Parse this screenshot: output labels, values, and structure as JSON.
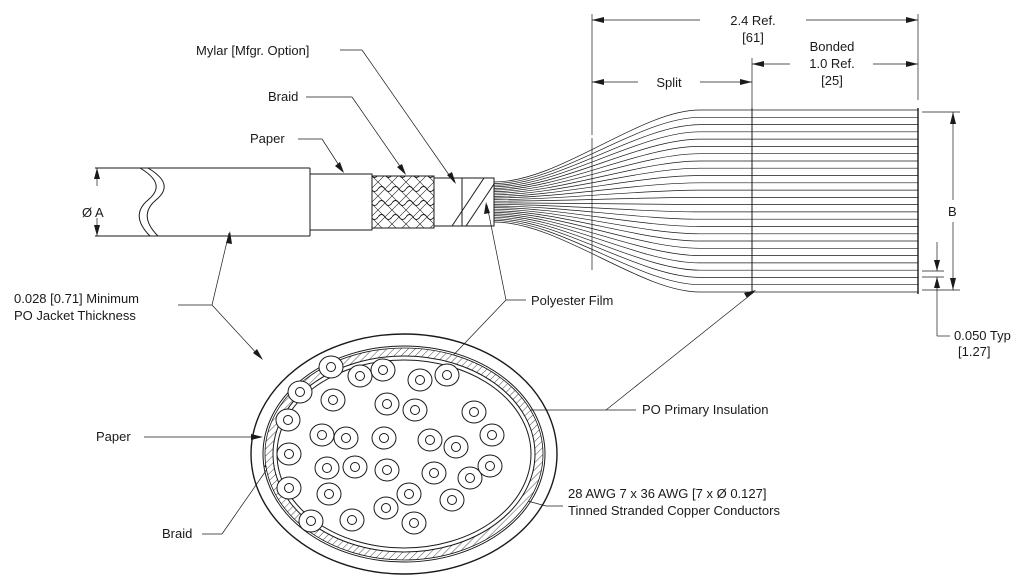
{
  "labels": {
    "dim_overall": "2.4 Ref.",
    "dim_overall_mm": "[61]",
    "bonded": "Bonded",
    "dim_bonded": "1.0 Ref.",
    "dim_bonded_mm": "[25]",
    "split": "Split",
    "mylar": "Mylar [Mfgr. Option]",
    "braid_top": "Braid",
    "paper_top": "Paper",
    "diameter": "Ø A",
    "jacket_line1": "0.028 [0.71] Minimum",
    "jacket_line2": "PO Jacket Thickness",
    "polyester": "Polyester Film",
    "dim_b": "B",
    "pitch_line1": "0.050 Typ",
    "pitch_line2": "[1.27]",
    "primary_insulation": "PO Primary Insulation",
    "paper_section": "Paper",
    "conductors_line1": "28 AWG 7 x 36 AWG [7 x Ø 0.127]",
    "conductors_line2": "Tinned Stranded Copper Conductors",
    "braid_section": "Braid"
  }
}
